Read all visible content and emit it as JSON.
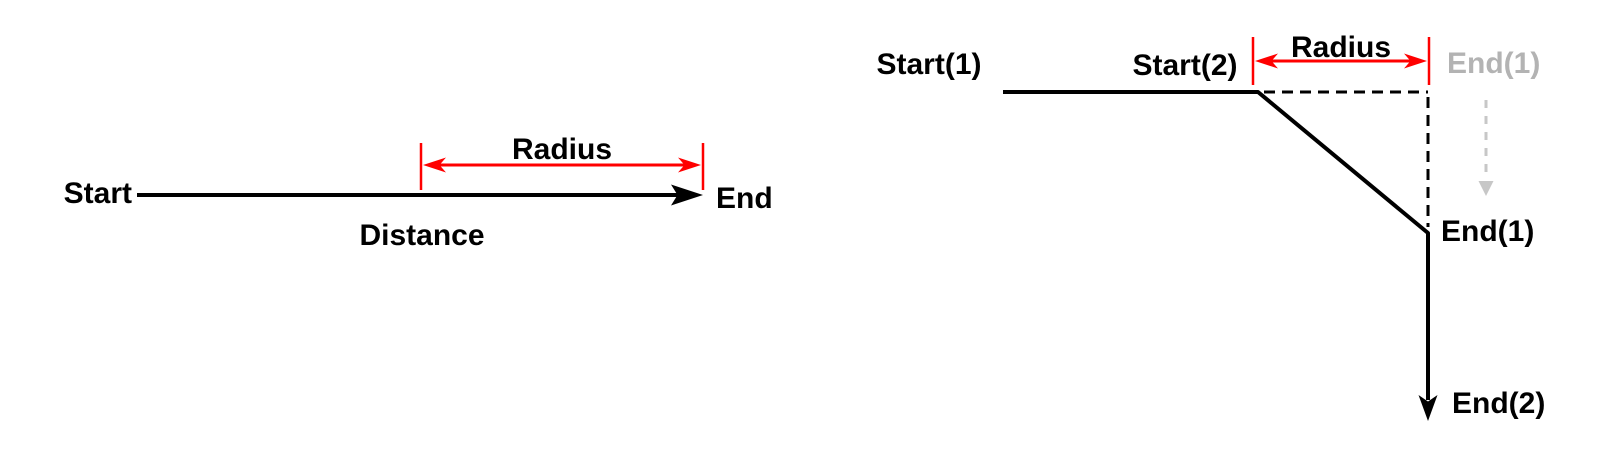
{
  "colors": {
    "line": "#000000",
    "accent": "#ff0000",
    "muted_text": "#b3b3b3",
    "muted_line": "#c7c7c7",
    "background": "#ffffff"
  },
  "left_diagram": {
    "start_label": "Start",
    "end_label": "End",
    "radius_label": "Radius",
    "distance_label": "Distance"
  },
  "right_diagram": {
    "start1_label": "Start(1)",
    "start2_label": "Start(2)",
    "radius_label": "Radius",
    "end1_faded_label": "End(1)",
    "end1_label": "End(1)",
    "end2_label": "End(2)"
  }
}
